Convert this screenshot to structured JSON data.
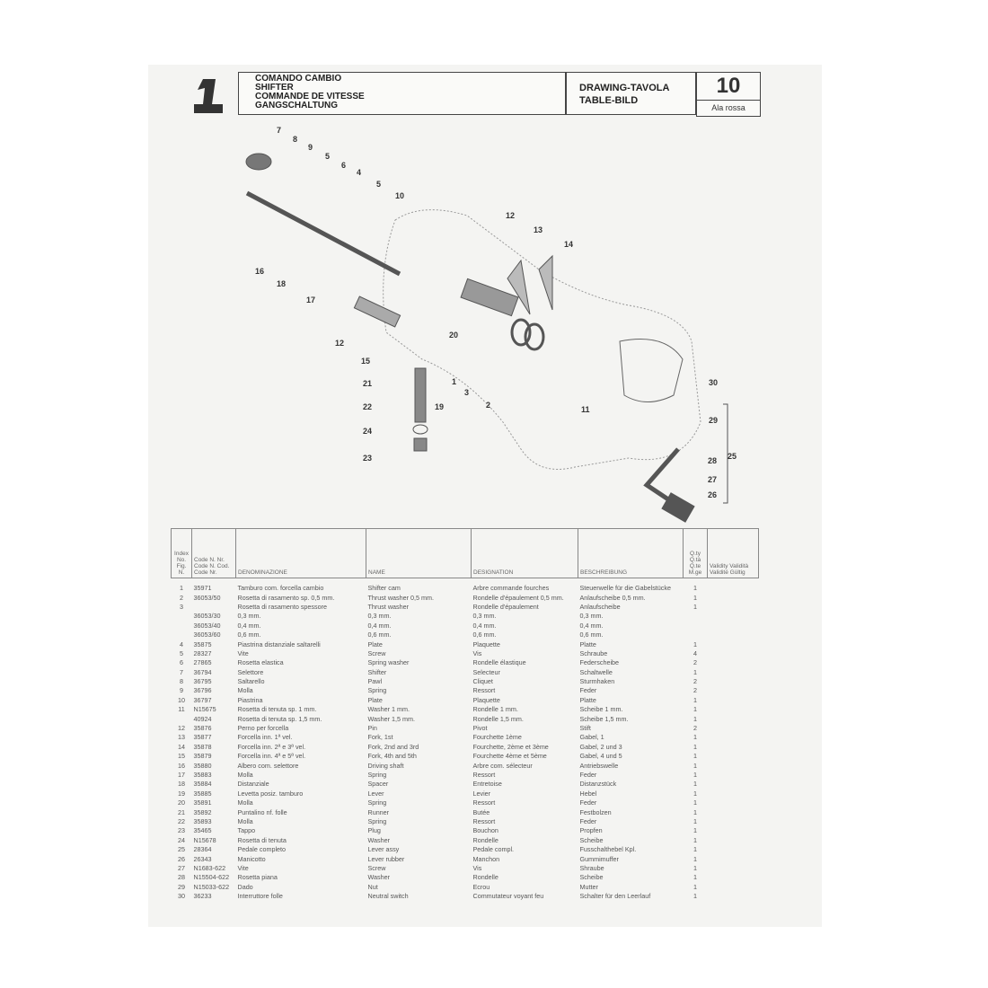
{
  "header": {
    "titles": [
      "COMANDO CAMBIO",
      "SHIFTER",
      "COMMANDE DE VITESSE",
      "GANGSCHALTUNG"
    ],
    "drawing_label_1": "DRAWING-TAVOLA",
    "drawing_label_2": "TABLE-BILD",
    "table_number": "10",
    "model": "Ala rossa"
  },
  "diagram": {
    "callouts": [
      "7",
      "8",
      "9",
      "5",
      "6",
      "4",
      "5",
      "10",
      "12",
      "13",
      "14",
      "16",
      "18",
      "17",
      "12",
      "15",
      "20",
      "1",
      "3",
      "2",
      "21",
      "22",
      "19",
      "24",
      "23",
      "11",
      "30",
      "29",
      "28",
      "25",
      "27",
      "26"
    ]
  },
  "table": {
    "headers": [
      "Index No. Fig. N.",
      "Code N. Nr. Code N. Cod. Code Nr.",
      "DENOMINAZIONE",
      "NAME",
      "DESIGNATION",
      "BESCHREIBUNG",
      "Q.ty Q.tà Q.te M.ge",
      "Validity Validità Validité Gültig"
    ],
    "rows": [
      [
        "1",
        "35971",
        "Tamburo com. forcella cambio",
        "Shifter cam",
        "Arbre commande fourches",
        "Steuerwelle für die Gabelstücke",
        "1"
      ],
      [
        "2",
        "36053/50",
        "Rosetta di rasamento sp. 0,5 mm.",
        "Thrust washer 0,5 mm.",
        "Rondelle d'épaulement 0,5 mm.",
        "Anlaufscheibe 0,5 mm.",
        "1"
      ],
      [
        "3",
        "",
        "Rosetta di rasamento spessore",
        "Thrust washer",
        "Rondelle d'épaulement",
        "Anlaufscheibe",
        "1"
      ],
      [
        "",
        "36053/30",
        "0,3 mm.",
        "0,3 mm.",
        "0,3 mm.",
        "0,3 mm.",
        ""
      ],
      [
        "",
        "36053/40",
        "0,4 mm.",
        "0,4 mm.",
        "0,4 mm.",
        "0,4 mm.",
        ""
      ],
      [
        "",
        "36053/60",
        "0,6 mm.",
        "0,6 mm.",
        "0,6 mm.",
        "0,6 mm.",
        ""
      ],
      [
        "4",
        "35875",
        "Piastrina distanziale saltarelli",
        "Plate",
        "Plaquette",
        "Platte",
        "1"
      ],
      [
        "5",
        "28327",
        "Vite",
        "Screw",
        "Vis",
        "Schraube",
        "4"
      ],
      [
        "6",
        "27865",
        "Rosetta elastica",
        "Spring washer",
        "Rondelle élastique",
        "Federscheibe",
        "2"
      ],
      [
        "7",
        "36794",
        "Selettore",
        "Shifter",
        "Selecteur",
        "Schaltwelle",
        "1"
      ],
      [
        "8",
        "36795",
        "Saltarello",
        "Pawl",
        "Cliquet",
        "Sturmhaken",
        "2"
      ],
      [
        "9",
        "36796",
        "Molla",
        "Spring",
        "Ressort",
        "Feder",
        "2"
      ],
      [
        "10",
        "36797",
        "Piastrina",
        "Plate",
        "Plaquette",
        "Platte",
        "1"
      ],
      [
        "11",
        "N15675",
        "Rosetta di tenuta sp. 1 mm.",
        "Washer 1 mm.",
        "Rondelle 1 mm.",
        "Scheibe 1 mm.",
        "1"
      ],
      [
        "",
        "40924",
        "Rosetta di tenuta sp. 1,5 mm.",
        "Washer 1,5 mm.",
        "Rondelle 1,5 mm.",
        "Scheibe 1,5 mm.",
        "1"
      ],
      [
        "12",
        "35876",
        "Perno per forcella",
        "Pin",
        "Pivot",
        "Stift",
        "2"
      ],
      [
        "13",
        "35877",
        "Forcella inn. 1ª vel.",
        "Fork, 1st",
        "Fourchette 1ème",
        "Gabel, 1",
        "1"
      ],
      [
        "14",
        "35878",
        "Forcella inn. 2ª e 3ª vel.",
        "Fork, 2nd and 3rd",
        "Fourchette, 2ème et 3ème",
        "Gabel, 2 und 3",
        "1"
      ],
      [
        "15",
        "35879",
        "Forcella inn. 4ª e 5ª vel.",
        "Fork, 4th and 5th",
        "Fourchette 4ème et 5ème",
        "Gabel, 4 und 5",
        "1"
      ],
      [
        "16",
        "35880",
        "Albero com. selettore",
        "Driving shaft",
        "Arbre com. sélecteur",
        "Antriebswelle",
        "1"
      ],
      [
        "17",
        "35883",
        "Molla",
        "Spring",
        "Ressort",
        "Feder",
        "1"
      ],
      [
        "18",
        "35884",
        "Distanziale",
        "Spacer",
        "Entretoise",
        "Distanzstück",
        "1"
      ],
      [
        "19",
        "35885",
        "Levetta posiz. tamburo",
        "Lever",
        "Levier",
        "Hebel",
        "1"
      ],
      [
        "20",
        "35891",
        "Molla",
        "Spring",
        "Ressort",
        "Feder",
        "1"
      ],
      [
        "21",
        "35892",
        "Puntalino nf. folle",
        "Runner",
        "Butée",
        "Festbolzen",
        "1"
      ],
      [
        "22",
        "35893",
        "Molla",
        "Spring",
        "Ressort",
        "Feder",
        "1"
      ],
      [
        "23",
        "35465",
        "Tappo",
        "Plug",
        "Bouchon",
        "Propfen",
        "1"
      ],
      [
        "24",
        "N15678",
        "Rosetta di tenuta",
        "Washer",
        "Rondelle",
        "Scheibe",
        "1"
      ],
      [
        "25",
        "28364",
        "Pedale completo",
        "Lever assy",
        "Pedale compl.",
        "Fusschalthebel Kpl.",
        "1"
      ],
      [
        "26",
        "26343",
        "Manicotto",
        "Lever rubber",
        "Manchon",
        "Gummimuffer",
        "1"
      ],
      [
        "27",
        "N1683-622",
        "Vite",
        "Screw",
        "Vis",
        "Shraube",
        "1"
      ],
      [
        "28",
        "N15504-622",
        "Rosetta piana",
        "Washer",
        "Rondelle",
        "Scheibe",
        "1"
      ],
      [
        "29",
        "N15033-622",
        "Dado",
        "Nut",
        "Ecrou",
        "Mutter",
        "1"
      ],
      [
        "30",
        "36233",
        "Interruttore folle",
        "Neutral switch",
        "Commutateur voyant feu",
        "Schalter für den Leerlauf",
        "1"
      ]
    ]
  }
}
